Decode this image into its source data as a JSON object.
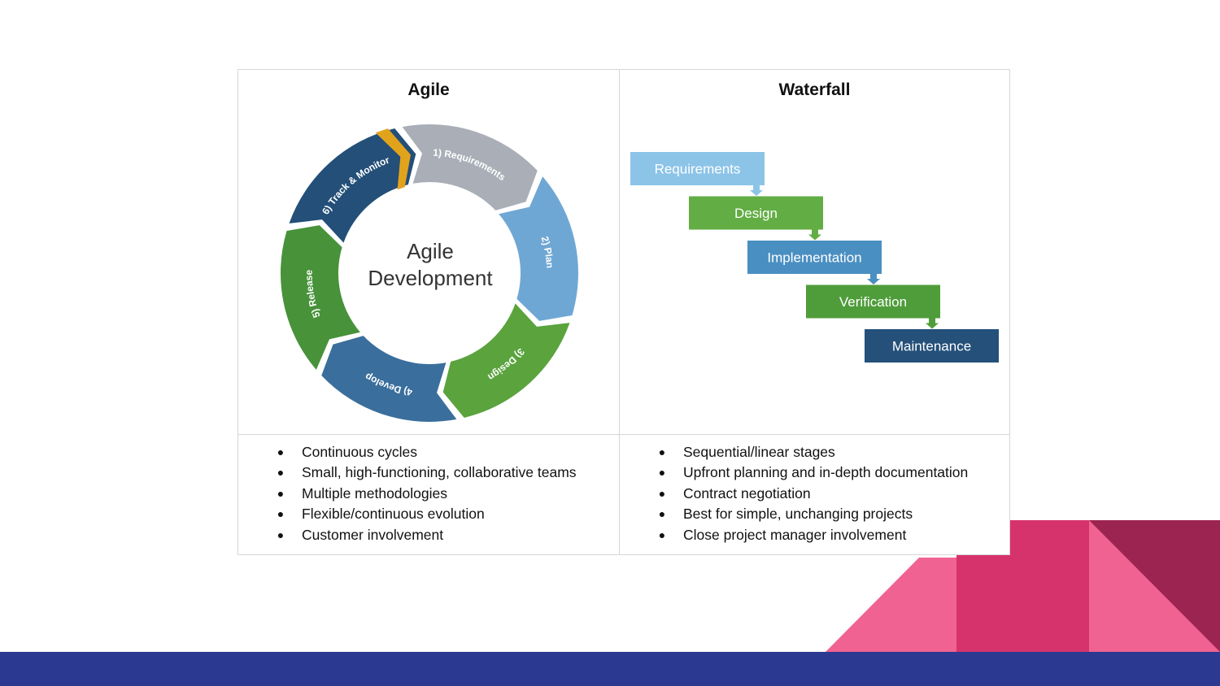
{
  "agile": {
    "title": "Agile",
    "center_label_1": "Agile",
    "center_label_2": "Development",
    "segments": [
      {
        "label": "1) Requirements",
        "color": "#a9aeb7"
      },
      {
        "label": "2) Plan",
        "color": "#6fa7d4"
      },
      {
        "label": "3) Design",
        "color": "#5aa33d"
      },
      {
        "label": "4) Develop",
        "color": "#3a6e9c"
      },
      {
        "label": "5) Release",
        "color": "#48923a"
      },
      {
        "label": "6) Track & Monitor",
        "color": "#234f78"
      }
    ],
    "bullets": [
      "Continuous cycles",
      "Small, high-functioning, collaborative teams",
      "Multiple methodologies",
      "Flexible/continuous evolution",
      "Customer involvement"
    ]
  },
  "waterfall": {
    "title": "Waterfall",
    "steps": [
      {
        "label": "Requirements",
        "color": "#8cc4e8"
      },
      {
        "label": "Design",
        "color": "#62ad44"
      },
      {
        "label": "Implementation",
        "color": "#4a8fc1"
      },
      {
        "label": "Verification",
        "color": "#4f9d3a"
      },
      {
        "label": "Maintenance",
        "color": "#24507a"
      }
    ],
    "bullets": [
      "Sequential/linear stages",
      "Upfront planning and in-depth documentation",
      "Contract negotiation",
      "Best for simple, unchanging projects",
      "Close project manager involvement"
    ]
  },
  "bullet_glyph": "●",
  "theme": {
    "bottom_bar": "#2b3990",
    "corner_pink": "#f06292",
    "corner_magenta": "#d6336c",
    "corner_dark": "#9c2450",
    "arrow_gold": "#e2a31c"
  }
}
